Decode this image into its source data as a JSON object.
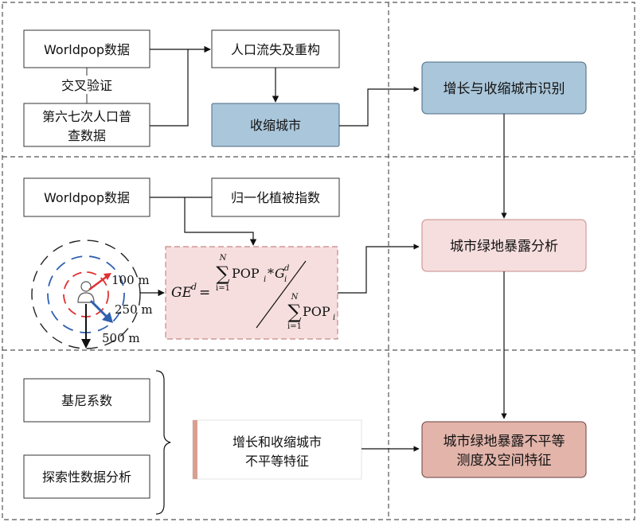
{
  "colors": {
    "blue_box": "#aac6da",
    "blue_box_border": "#4a6a80",
    "pink_box": "#f6dede",
    "pink_box_border": "#c88888",
    "rose_box": "#e2b4aa",
    "rose_box_border": "#6a4040",
    "accent_bar": "#d9a090",
    "red_arrow": "#e03030",
    "blue_arrow": "#3060b0"
  },
  "section1": {
    "worldpop": "Worldpop数据",
    "cross_validation": "交叉验证",
    "census_line1": "第六七次人口普",
    "census_line2": "查数据",
    "population_loss": "人口流失及重构",
    "shrinking_city": "收缩城市",
    "identify": "增长与收缩城市识别"
  },
  "section2": {
    "worldpop": "Worldpop数据",
    "ndvi": "归一化植被指数",
    "exposure": "城市绿地暴露分析",
    "rings": {
      "r100": "100 m",
      "r250": "250 m",
      "r500": "500 m"
    },
    "formula": {
      "lhs": "GE",
      "lhs_sup": "d",
      "equals": "=",
      "sum_top": "N",
      "sum_bottom": "i=1",
      "sigma": "∑",
      "num_pop": "POP",
      "num_i": "i",
      "star": "*",
      "g": "G",
      "g_sub": "i",
      "g_sup": "d",
      "den_pop": "POP",
      "den_i": "i"
    }
  },
  "section3": {
    "gini": "基尼系数",
    "esda": "探索性数据分析",
    "inequality_line1": "增长和收缩城市",
    "inequality_line2": "不平等特征",
    "final_line1": "城市绿地暴露不平等",
    "final_line2": "测度及空间特征"
  }
}
